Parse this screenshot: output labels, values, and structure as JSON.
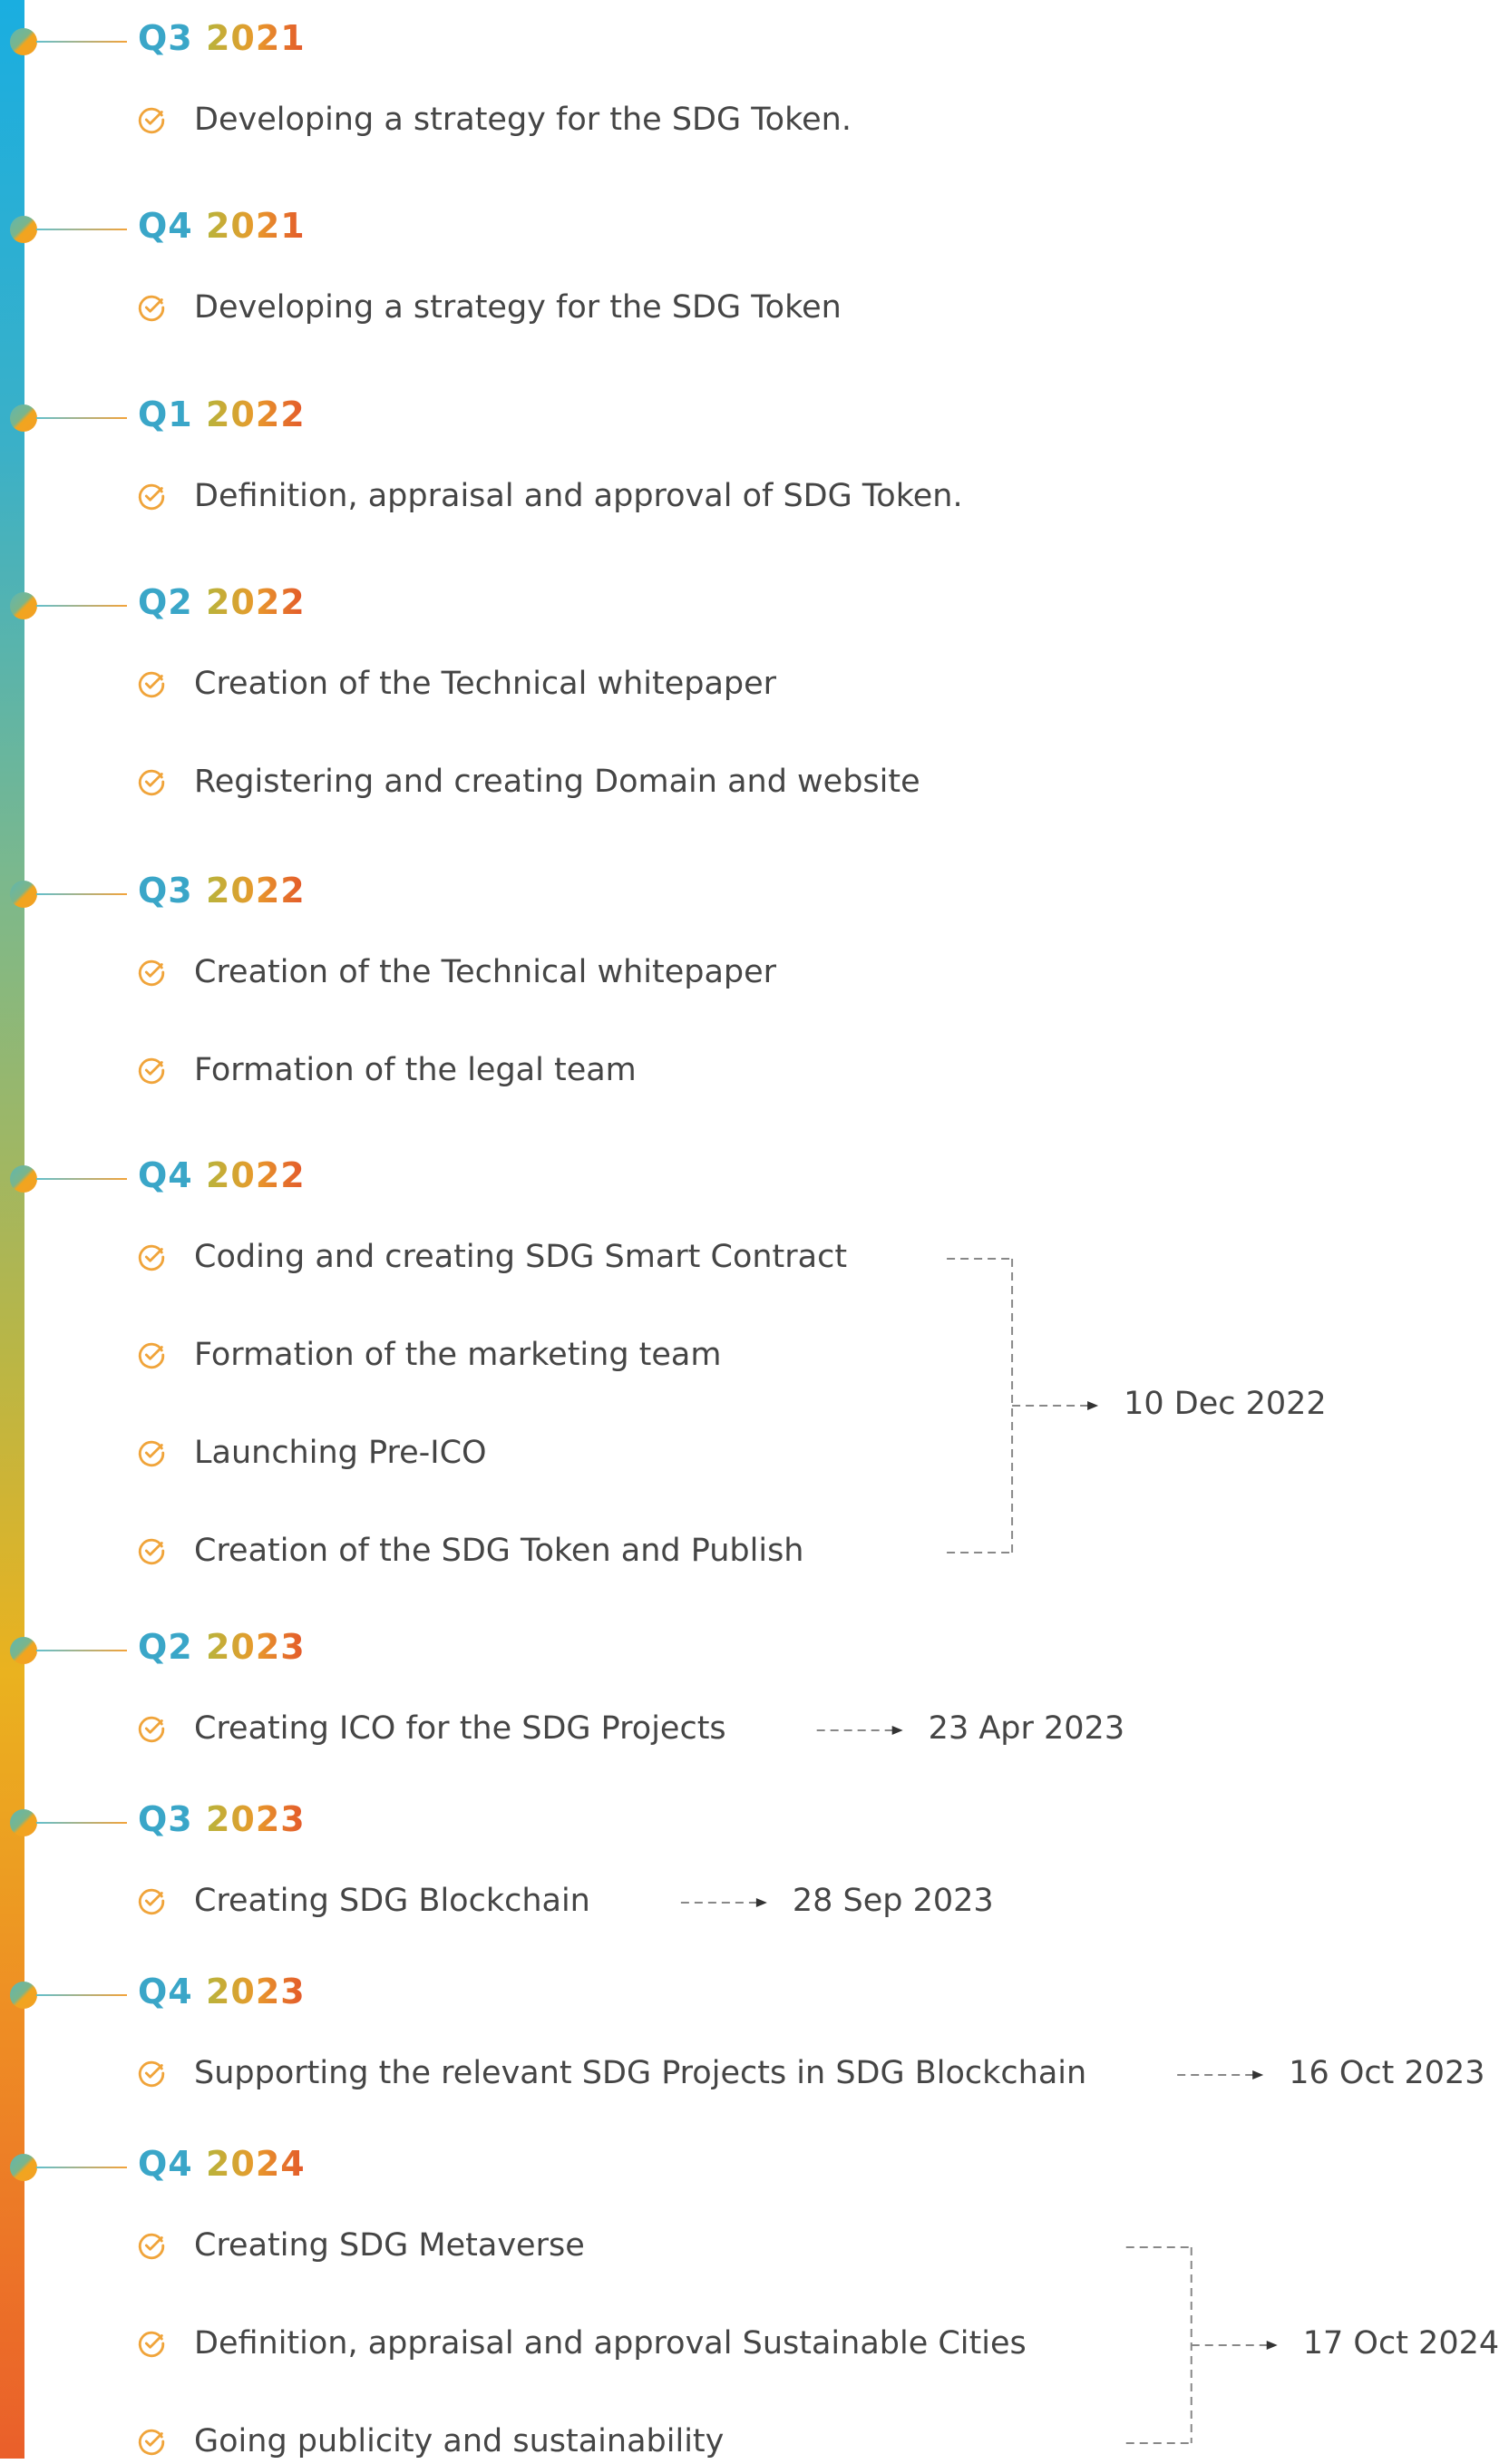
{
  "phases": [
    {
      "quarter": "Q3",
      "year": "2021",
      "tasks": [
        "Developing a strategy for the SDG Token."
      ]
    },
    {
      "quarter": "Q4",
      "year": "2021",
      "tasks": [
        "Developing a strategy for the SDG Token"
      ]
    },
    {
      "quarter": "Q1",
      "year": "2022",
      "tasks": [
        "Definition, appraisal and approval of SDG Token."
      ]
    },
    {
      "quarter": "Q2",
      "year": "2022",
      "tasks": [
        "Creation of the Technical whitepaper",
        "Registering and creating Domain and website"
      ]
    },
    {
      "quarter": "Q3",
      "year": "2022",
      "tasks": [
        "Creation of the Technical whitepaper",
        "Formation of the legal team"
      ]
    },
    {
      "quarter": "Q4",
      "year": "2022",
      "tasks": [
        "Coding and creating SDG Smart Contract",
        "Formation of the marketing team",
        "Launching Pre-ICO",
        "Creation of the SDG Token and Publish"
      ]
    },
    {
      "quarter": "Q2",
      "year": "2023",
      "tasks": [
        "Creating ICO for the SDG Projects"
      ]
    },
    {
      "quarter": "Q3",
      "year": "2023",
      "tasks": [
        "Creating SDG Blockchain"
      ]
    },
    {
      "quarter": "Q4",
      "year": "2023",
      "tasks": [
        "Supporting the relevant SDG Projects in SDG Blockchain"
      ]
    },
    {
      "quarter": "Q4",
      "year": "2024",
      "tasks": [
        "Creating SDG Metaverse",
        "Definition, appraisal and approval Sustainable Cities",
        "Going publicity and sustainability"
      ]
    }
  ],
  "milestones": [
    {
      "phase": 5,
      "first_task": 0,
      "last_task": 3,
      "date": "10 Dec 2022"
    },
    {
      "phase": 6,
      "first_task": 0,
      "last_task": 0,
      "date": "23 Apr 2023"
    },
    {
      "phase": 7,
      "first_task": 0,
      "last_task": 0,
      "date": "28 Sep 2023"
    },
    {
      "phase": 8,
      "first_task": 0,
      "last_task": 0,
      "date": "16 Oct 2023"
    },
    {
      "phase": 9,
      "first_task": 0,
      "last_task": 2,
      "date": "17 Oct 2024"
    }
  ],
  "colors": {
    "quarter": "#3aa6c8",
    "check_icon": "#f0a43a",
    "text": "#454545",
    "connector": "#888888"
  },
  "icons": {
    "task": "check-circle-icon",
    "phase": "timeline-node-icon",
    "milestone": "dashed-arrow-icon"
  }
}
